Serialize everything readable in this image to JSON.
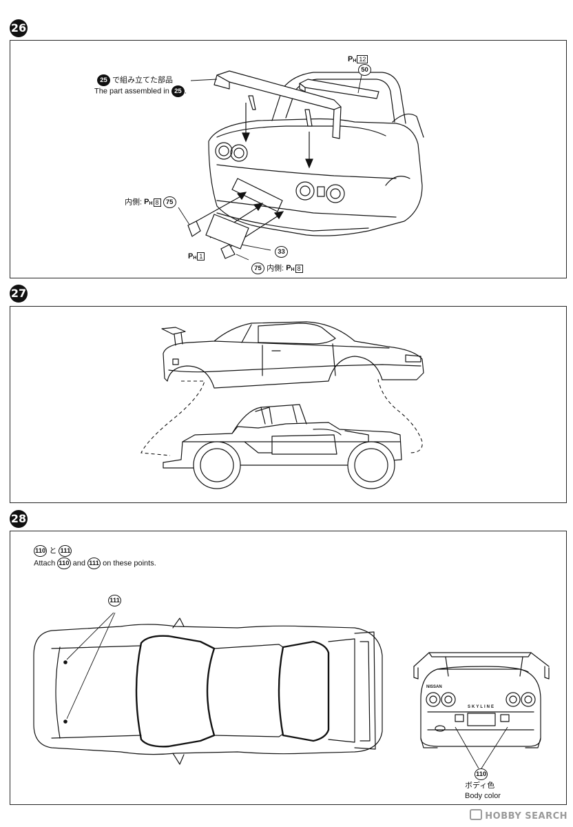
{
  "steps": {
    "s26": {
      "number": "26"
    },
    "s27": {
      "number": "27"
    },
    "s28": {
      "number": "28"
    }
  },
  "step26": {
    "assembled_ref": "25",
    "assembled_jp": "で組み立てた部品",
    "assembled_en": "The part assembled in",
    "assembled_en_end": ".",
    "wing_part": "50",
    "wing_paint": {
      "ph": "P",
      "sub": "H",
      "code": "12"
    },
    "inner_label_jp": "内側:",
    "inner_left_paint": {
      "ph": "P",
      "sub": "H",
      "code": "8"
    },
    "reflector_part": "75",
    "plate_paint": {
      "ph": "P",
      "sub": "H",
      "code": "1"
    },
    "plate_part": "33",
    "inner_right_paint": {
      "ph": "P",
      "sub": "H",
      "code": "8"
    }
  },
  "step28": {
    "heading_a": "110",
    "heading_and_jp": "と",
    "heading_b": "111",
    "attach_word": "Attach",
    "attach_and": "and",
    "attach_tail": "on these points.",
    "top_callout": "111",
    "rear_callout": "110",
    "body_color_jp": "ボディ色",
    "body_color_en": "Body color",
    "nissan_badge": "NISSAN",
    "skyline_badge": "SKYLINE"
  },
  "watermark": {
    "text": "HOBBY SEARCH"
  }
}
